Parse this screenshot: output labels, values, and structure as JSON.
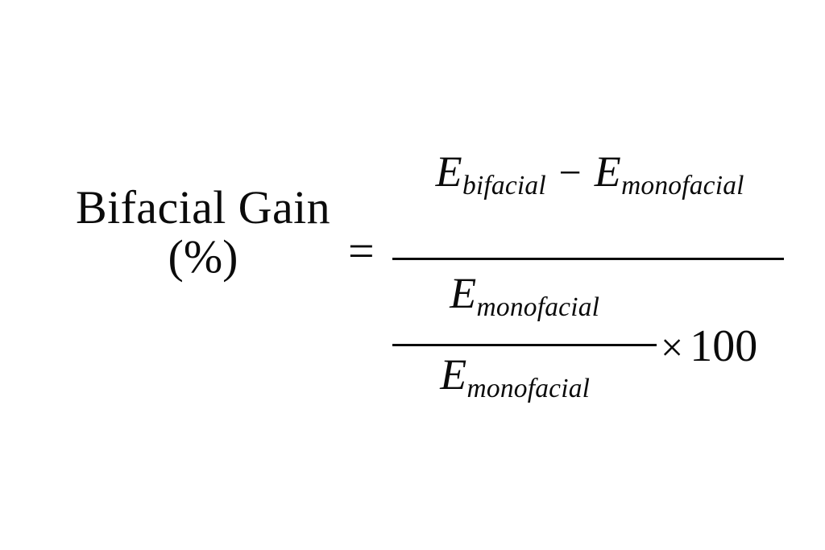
{
  "figure": {
    "kind": "equation",
    "description": "Bifacial Gain percentage formula",
    "background_color": "#ffffff",
    "text_color": "#0b0b0b"
  },
  "equation": {
    "left_side": {
      "line1": "Bifacial Gain",
      "line2": "(%)"
    },
    "relation": "=",
    "numerator": {
      "term1": {
        "variable": "E",
        "subscript": "bifacial"
      },
      "operator": "−",
      "term2": {
        "variable": "E",
        "subscript": "monofacial"
      }
    },
    "denominator": {
      "upper": {
        "variable": "E",
        "subscript": "monofacial"
      },
      "lower": {
        "variable": "E",
        "subscript": "monofacial"
      }
    },
    "multiplier": {
      "operator": "×",
      "value": "100"
    }
  }
}
